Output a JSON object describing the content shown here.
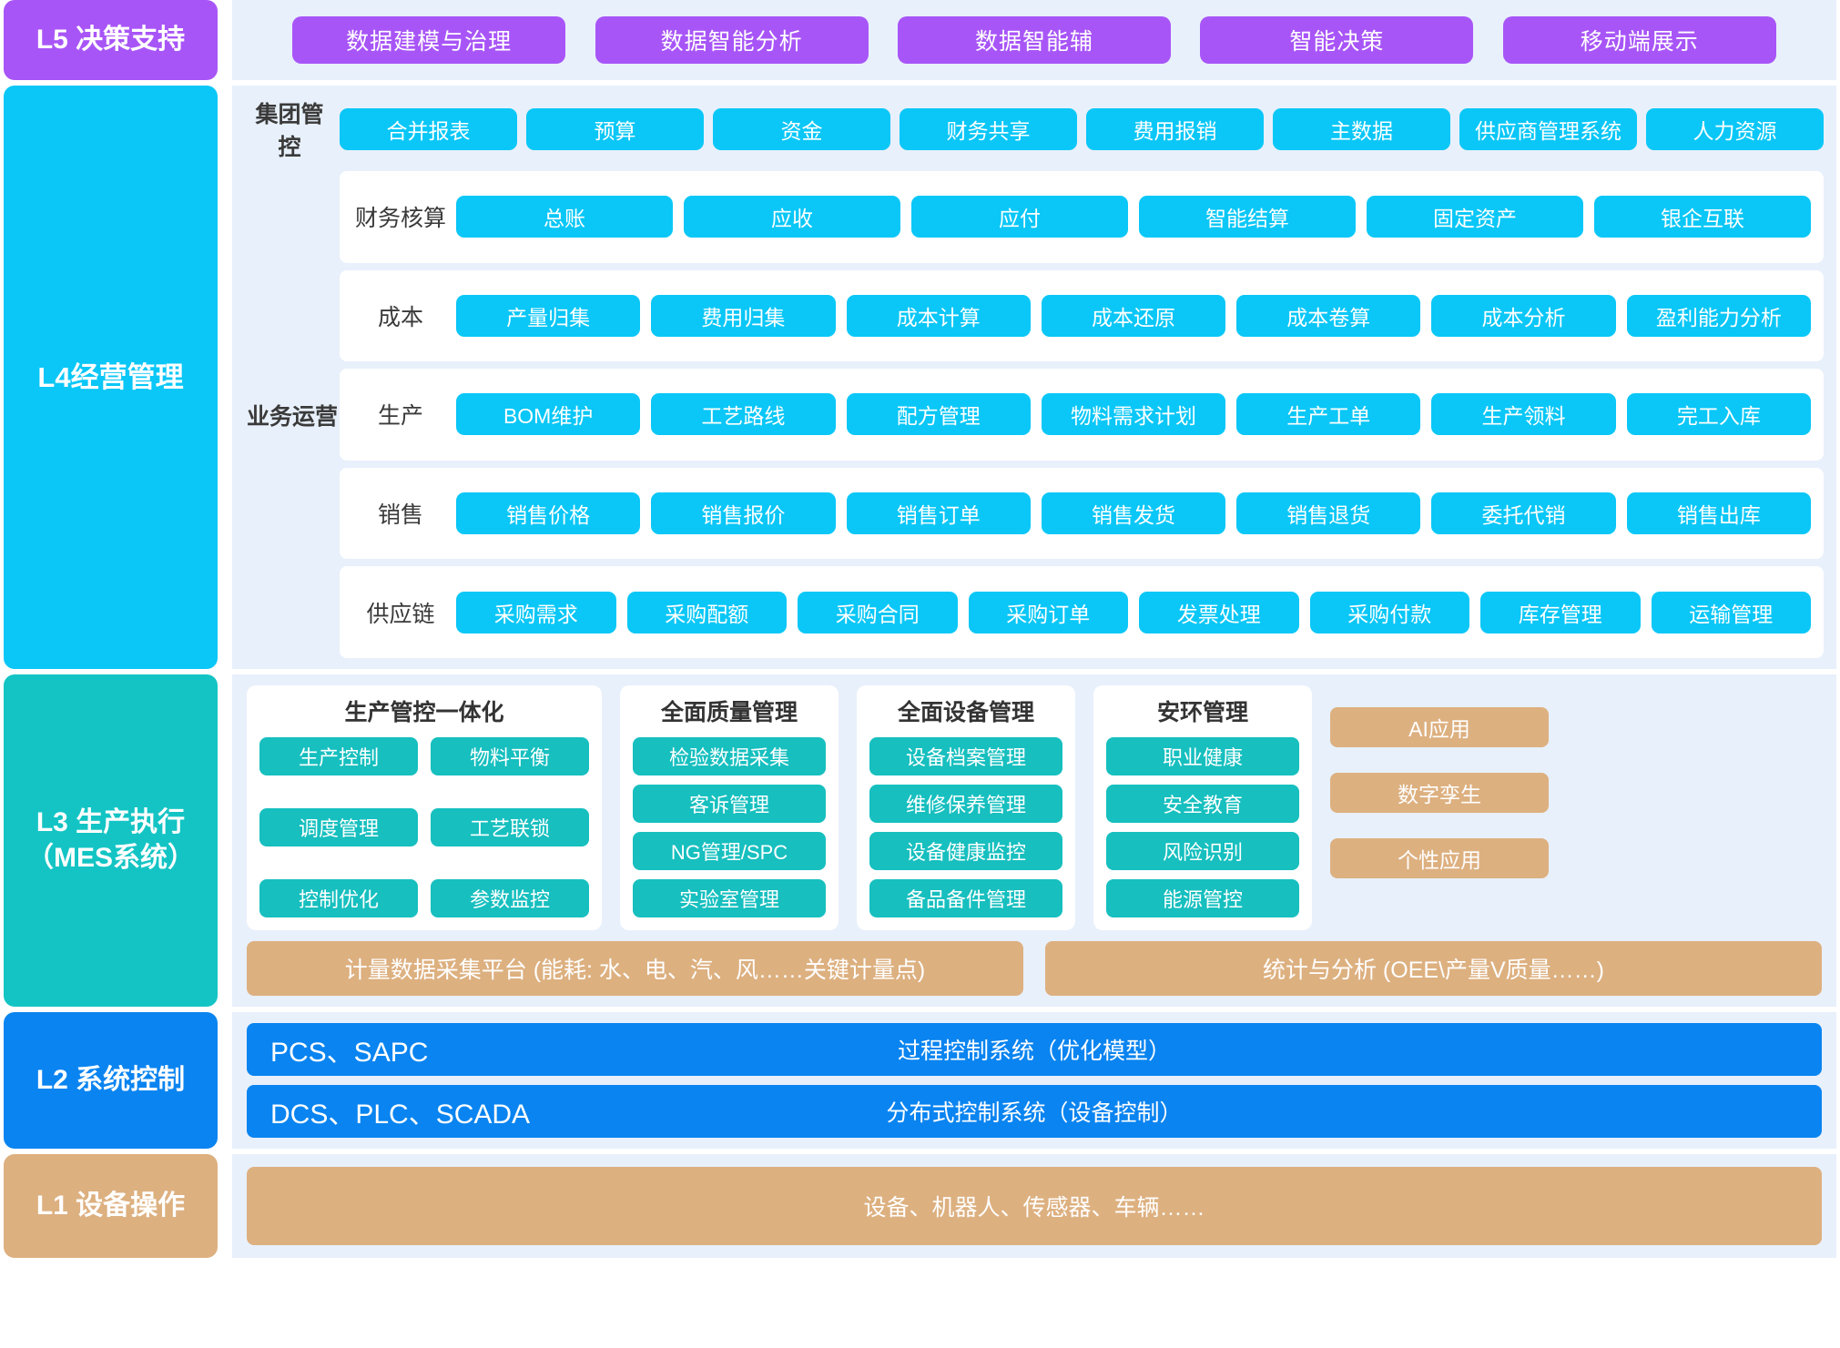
{
  "colors": {
    "purple": "#a855f7",
    "cyan": "#0ac7f7",
    "teal": "#14c4c4",
    "chip_teal": "#17bfbf",
    "blue": "#0a84f0",
    "tan": "#ddb080",
    "panel_bg": "#e8f0fb"
  },
  "l5": {
    "label": "L5 决策支持",
    "items": [
      "数据建模与治理",
      "数据智能分析",
      "数据智能辅",
      "智能决策",
      "移动端展示"
    ]
  },
  "l4": {
    "label": "L4经营管理",
    "group_control": {
      "title": "集团管控",
      "items": [
        "合并报表",
        "预算",
        "资金",
        "财务共享",
        "费用报销",
        "主数据",
        "供应商管理系统",
        "人力资源"
      ]
    },
    "business_ops": {
      "title": "业务运营",
      "rows": [
        {
          "title": "财务核算",
          "items": [
            "总账",
            "应收",
            "应付",
            "智能结算",
            "固定资产",
            "银企互联"
          ]
        },
        {
          "title": "成本",
          "items": [
            "产量归集",
            "费用归集",
            "成本计算",
            "成本还原",
            "成本卷算",
            "成本分析",
            "盈利能力分析"
          ]
        },
        {
          "title": "生产",
          "items": [
            "BOM维护",
            "工艺路线",
            "配方管理",
            "物料需求计划",
            "生产工单",
            "生产领料",
            "完工入库"
          ]
        },
        {
          "title": "销售",
          "items": [
            "销售价格",
            "销售报价",
            "销售订单",
            "销售发货",
            "销售退货",
            "委托代销",
            "销售出库"
          ]
        },
        {
          "title": "供应链",
          "items": [
            "采购需求",
            "采购配额",
            "采购合同",
            "采购订单",
            "发票处理",
            "采购付款",
            "库存管理",
            "运输管理"
          ]
        }
      ]
    }
  },
  "l3": {
    "label_line1": "L3 生产执行",
    "label_line2": "（MES系统）",
    "cards": [
      {
        "title": "生产管控一体化",
        "layout": "grid2",
        "items": [
          "生产控制",
          "物料平衡",
          "调度管理",
          "工艺联锁",
          "控制优化",
          "参数监控"
        ]
      },
      {
        "title": "全面质量管理",
        "layout": "stack",
        "items": [
          "检验数据采集",
          "客诉管理",
          "NG管理/SPC",
          "实验室管理"
        ]
      },
      {
        "title": "全面设备管理",
        "layout": "stack",
        "items": [
          "设备档案管理",
          "维修保养管理",
          "设备健康监控",
          "备品备件管理"
        ]
      },
      {
        "title": "安环管理",
        "layout": "stack",
        "items": [
          "职业健康",
          "安全教育",
          "风险识别",
          "能源管控"
        ]
      }
    ],
    "ai_column": [
      "AI应用",
      "数字孪生",
      "个性应用"
    ],
    "banners": [
      "计量数据采集平台 (能耗: 水、电、汽、风……关键计量点)",
      "统计与分析 (OEE\\产量V质量……)"
    ]
  },
  "l2": {
    "label": "L2 系统控制",
    "rows": [
      {
        "left": "PCS、SAPC",
        "center": "过程控制系统（优化模型）"
      },
      {
        "left": "DCS、PLC、SCADA",
        "center": "分布式控制系统（设备控制）"
      }
    ]
  },
  "l1": {
    "label": "L1 设备操作",
    "bar": "设备、机器人、传感器、车辆……"
  }
}
